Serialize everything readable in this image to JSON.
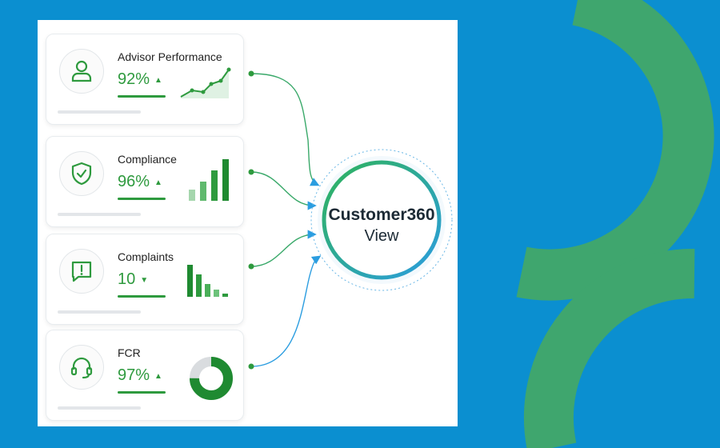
{
  "colors": {
    "background": "#0b8fd0",
    "accent_green": "#2e9a3e",
    "deco_green": "#3fa66e",
    "hub_blue": "#2b9de0"
  },
  "cards": [
    {
      "title": "Advisor Performance",
      "value": "92%",
      "trend": "▲",
      "icon": "person-icon",
      "chart": "line-sparkline"
    },
    {
      "title": "Compliance",
      "value": "96%",
      "trend": "▲",
      "icon": "shield-check-icon",
      "chart": "rising-bars"
    },
    {
      "title": "Complaints",
      "value": "10",
      "trend": "▼",
      "icon": "alert-message-icon",
      "chart": "falling-bars"
    },
    {
      "title": "FCR",
      "value": "97%",
      "trend": "▲",
      "icon": "headset-icon",
      "chart": "donut"
    }
  ],
  "hub": {
    "title": "Customer360",
    "subtitle": "View"
  },
  "donut_fraction": 0.75
}
